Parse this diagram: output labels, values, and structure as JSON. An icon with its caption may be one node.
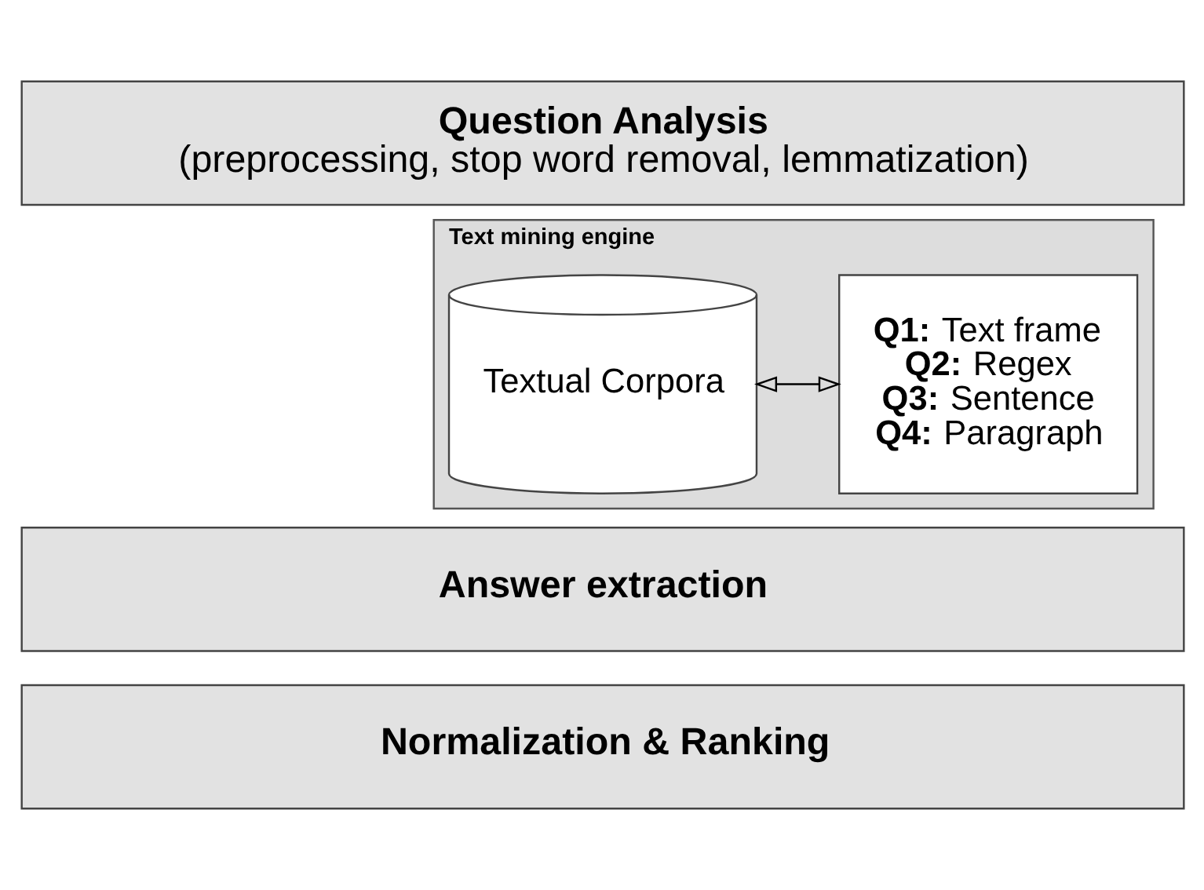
{
  "diagram": {
    "nodes": [
      {
        "text": [
          "Question Analysis",
          "(preprocessing, stop word removal, lemmatization)"
        ]
      },
      {
        "text": [
          "Text mining engine"
        ]
      },
      {
        "text": [
          "Textual Corpora"
        ],
        "in": 1
      },
      {
        "text": [
          "**Q1:** Text frame",
          "**Q2:** Regex",
          "**Q3:** Sentence",
          "**Q4:** Paragraph"
        ],
        "in": 1
      },
      {
        "text": [
          "Answer extraction"
        ]
      },
      {
        "text": [
          "Normalization & Ranking"
        ]
      }
    ],
    "edges": [
      {
        "from": 2,
        "to": 3,
        "arrow": "both"
      }
    ]
  }
}
